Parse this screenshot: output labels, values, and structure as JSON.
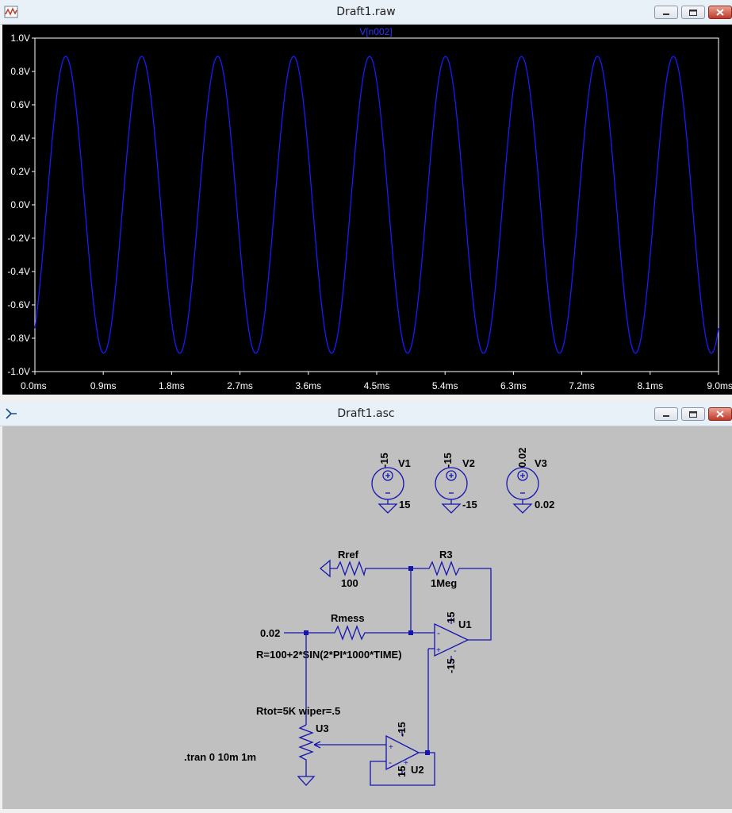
{
  "plot_window": {
    "title": "Draft1.raw",
    "app_icon": "waveform-icon",
    "buttons": {
      "minimize": "minimize-icon",
      "maximize": "maximize-icon",
      "close": "close-icon"
    }
  },
  "schematic_window": {
    "title": "Draft1.asc",
    "app_icon": "schematic-icon",
    "buttons": {
      "minimize": "minimize-icon",
      "maximize": "maximize-icon",
      "close": "close-icon"
    }
  },
  "chart_data": {
    "type": "line",
    "title": "V[n002]",
    "xlabel": "",
    "ylabel": "",
    "x_ticks": [
      "0.0ms",
      "0.9ms",
      "1.8ms",
      "2.7ms",
      "3.6ms",
      "4.5ms",
      "5.4ms",
      "6.3ms",
      "7.2ms",
      "8.1ms",
      "9.0ms"
    ],
    "y_ticks": [
      "1.0V",
      "0.8V",
      "0.6V",
      "0.4V",
      "0.2V",
      "0.0V",
      "-0.2V",
      "-0.4V",
      "-0.6V",
      "-0.8V",
      "-1.0V"
    ],
    "xlim": [
      0,
      9.0
    ],
    "ylim": [
      -1.0,
      1.0
    ],
    "series": [
      {
        "name": "V[n002]",
        "function": "0.89*sin(2*pi*1000*t + phase)",
        "amplitude": 0.89,
        "frequency_hz": 1000,
        "start_value": -0.74,
        "end_value": -0.8
      }
    ],
    "colors": {
      "background": "#000000",
      "trace": "#1a1aff",
      "axes_text": "#ffffff",
      "title": "#3030ff"
    },
    "grid": false
  },
  "schematic": {
    "sources": [
      {
        "name": "V1",
        "top": "-15",
        "value": "15"
      },
      {
        "name": "V2",
        "top": "-15",
        "value": "-15"
      },
      {
        "name": "V3",
        "top": "0.02",
        "value": "0.02"
      }
    ],
    "rref": {
      "name": "Rref",
      "value": "100"
    },
    "r3": {
      "name": "R3",
      "value": "1Meg"
    },
    "rmess": {
      "name": "Rmess",
      "value": "R=100+2*SIN(2*PI*1000*TIME)"
    },
    "input_label": "0.02",
    "u1": {
      "name": "U1",
      "top": "15",
      "bottom": "-15"
    },
    "u2": {
      "name": "U2",
      "top": "-15",
      "bottom": "15"
    },
    "u3": {
      "name": "U3",
      "param": "Rtot=5K wiper=.5"
    },
    "directive": ".tran 0 10m 1m",
    "plus": "+",
    "minus": "-"
  }
}
